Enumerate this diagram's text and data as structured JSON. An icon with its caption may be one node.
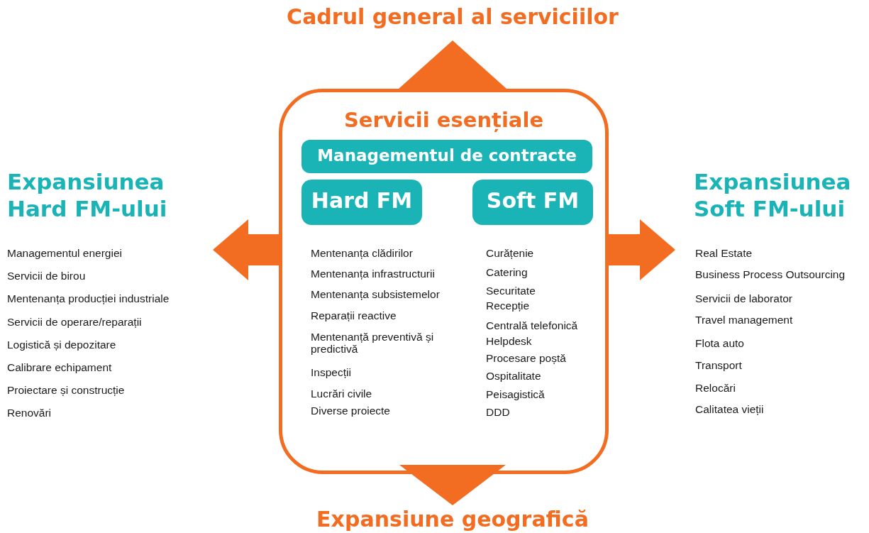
{
  "diagram": {
    "nodes": [
      {
        "text": [
          "Servicii esențiale"
        ]
      },
      {
        "text": [
          "Managementul de contracte"
        ],
        "in": 0
      },
      {
        "text": [
          "Hard FM"
        ],
        "in": 0
      },
      {
        "text": [
          "Soft FM"
        ],
        "in": 0
      },
      {
        "text": [
          "Cadrul general al serviciilor"
        ]
      },
      {
        "text": [
          "Expansiunea Hard FM-ului"
        ]
      },
      {
        "text": [
          "Expansiunea Soft FM-ului"
        ]
      },
      {
        "text": [
          "Expansiune geografică"
        ]
      }
    ],
    "edges": [
      {
        "from": 0,
        "to": 4,
        "arrow": "to",
        "style": "thick"
      },
      {
        "from": 0,
        "to": 5,
        "arrow": "to",
        "style": "thick"
      },
      {
        "from": 0,
        "to": 6,
        "arrow": "to",
        "style": "thick"
      },
      {
        "from": 0,
        "to": 7,
        "arrow": "to",
        "style": "thick"
      }
    ],
    "labels": [
      "Managementul energiei",
      "Servicii de birou",
      "Mentenanța producției industriale",
      "Servicii de operare/reparații",
      "Logistică și depozitare",
      "Calibrare echipament",
      "Proiectare și construcție",
      "Renovări",
      "Mentenanța clădirilor",
      "Mentenanța infrastructurii",
      "Mentenanța subsistemelor",
      "Reparații reactive",
      "Mentenanță preventivă și predictivă",
      "Inspecții",
      "Lucrări civile",
      "Diverse proiecte",
      "Curățenie",
      "Catering",
      "Securitate",
      "Recepție",
      "Centrală telefonică",
      "Helpdesk",
      "Procesare poștă",
      "Ospitalitate",
      "Peisagistică",
      "DDD",
      "Real Estate",
      "Business Process Outsourcing",
      "Servicii de laborator",
      "Travel management",
      "Flota auto",
      "Transport",
      "Relocări",
      "Calitatea vieții"
    ]
  }
}
